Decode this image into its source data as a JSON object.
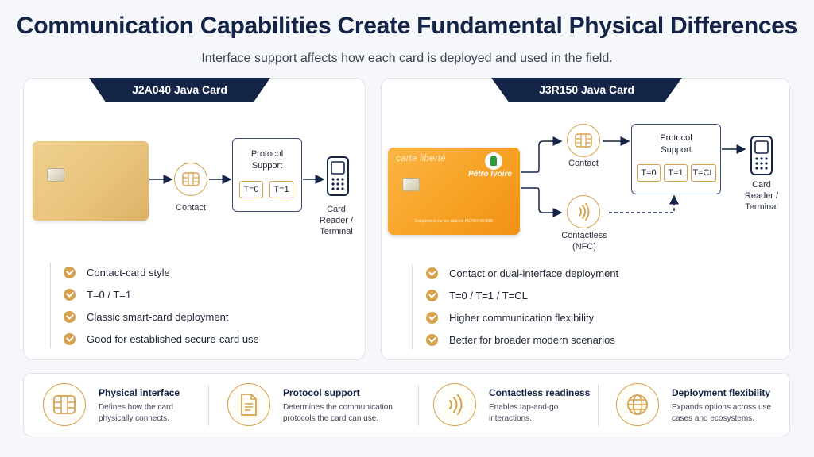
{
  "header": {
    "title": "Communication Capabilities Create Fundamental Physical Differences",
    "subtitle": "Interface support affects how each card is deployed and used in the field."
  },
  "left_panel": {
    "tab": "J2A040 Java Card",
    "contact_label": "Contact",
    "protocol_title_line1": "Protocol",
    "protocol_title_line2": "Support",
    "protocols": [
      "T=0",
      "T=1"
    ],
    "reader_line1": "Card",
    "reader_line2": "Reader /",
    "reader_line3": "Terminal",
    "bullets": [
      "Contact-card style",
      "T=0 / T=1",
      "Classic smart-card deployment",
      "Good for established secure-card use"
    ]
  },
  "right_panel": {
    "tab": "J3R150 Java Card",
    "card_text": "carte liberté",
    "card_brand": "Pétro Ivoire",
    "card_foot": "Uniquement sur les stations PETRO IVOIRE",
    "contact_label": "Contact",
    "contactless_line1": "Contactless",
    "contactless_line2": "(NFC)",
    "protocol_title_line1": "Protocol",
    "protocol_title_line2": "Support",
    "protocols": [
      "T=0",
      "T=1",
      "T=CL"
    ],
    "reader_line1": "Card",
    "reader_line2": "Reader /",
    "reader_line3": "Terminal",
    "bullets": [
      "Contact or dual-interface deployment",
      "T=0 / T=1 / T=CL",
      "Higher communication flexibility",
      "Better for broader modern scenarios"
    ]
  },
  "features": [
    {
      "icon": "chip-icon",
      "title": "Physical interface",
      "desc": "Defines how the card physically connects."
    },
    {
      "icon": "document-icon",
      "title": "Protocol support",
      "desc": "Determines the communication protocols the card can use."
    },
    {
      "icon": "contactless-icon",
      "title": "Contactless readiness",
      "desc": "Enables tap-and-go interactions."
    },
    {
      "icon": "globe-icon",
      "title": "Deployment flexibility",
      "desc": "Expands options across use cases and ecosystems."
    }
  ],
  "colors": {
    "navy": "#142447",
    "gold": "#d7a04a",
    "card_gold": "#e8c27a",
    "card_orange": "#f7a224"
  }
}
